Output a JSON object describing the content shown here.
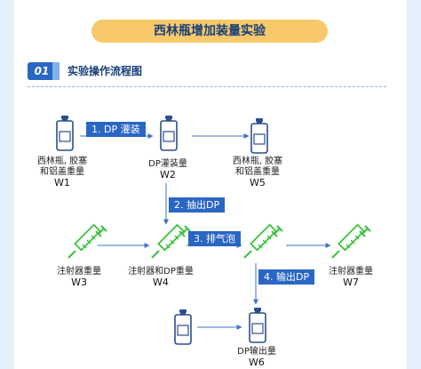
{
  "title": "西林瓶增加装量实验",
  "section": {
    "number": "01",
    "title": "实验操作流程图"
  },
  "steps": [
    {
      "label": "1. DP 灌装"
    },
    {
      "label": "2. 抽出DP"
    },
    {
      "label": "3. 排气泡"
    },
    {
      "label": "4. 输出DP"
    }
  ],
  "nodes": [
    {
      "id": "W1",
      "caption_lines": [
        "西林瓶, 胶塞",
        "和铝盖重量"
      ],
      "icon": "vial-icon"
    },
    {
      "id": "W2",
      "caption_lines": [
        "DP灌装量"
      ],
      "icon": "vial-icon"
    },
    {
      "id": "W5",
      "caption_lines": [
        "西林瓶, 胶塞",
        "和铝盖重量"
      ],
      "icon": "vial-icon"
    },
    {
      "id": "W3",
      "caption_lines": [
        "注射器重量"
      ],
      "icon": "syringe-icon"
    },
    {
      "id": "W4",
      "caption_lines": [
        "注射器和DP重量"
      ],
      "icon": "syringe-icon"
    },
    {
      "id": "W6a",
      "caption_lines": [],
      "icon": "syringe-icon"
    },
    {
      "id": "W7",
      "caption_lines": [
        "注射器重量"
      ],
      "icon": "syringe-icon"
    },
    {
      "id": "W6v",
      "caption_lines": [],
      "icon": "vial-icon"
    },
    {
      "id": "W6",
      "caption_lines": [
        "DP输出量"
      ],
      "icon": "vial-icon"
    }
  ],
  "colors": {
    "accent": "#2a66c4",
    "syringe": "#3cc23c",
    "vial": "#2b4f8c",
    "title_bg": "#f7c96a"
  }
}
